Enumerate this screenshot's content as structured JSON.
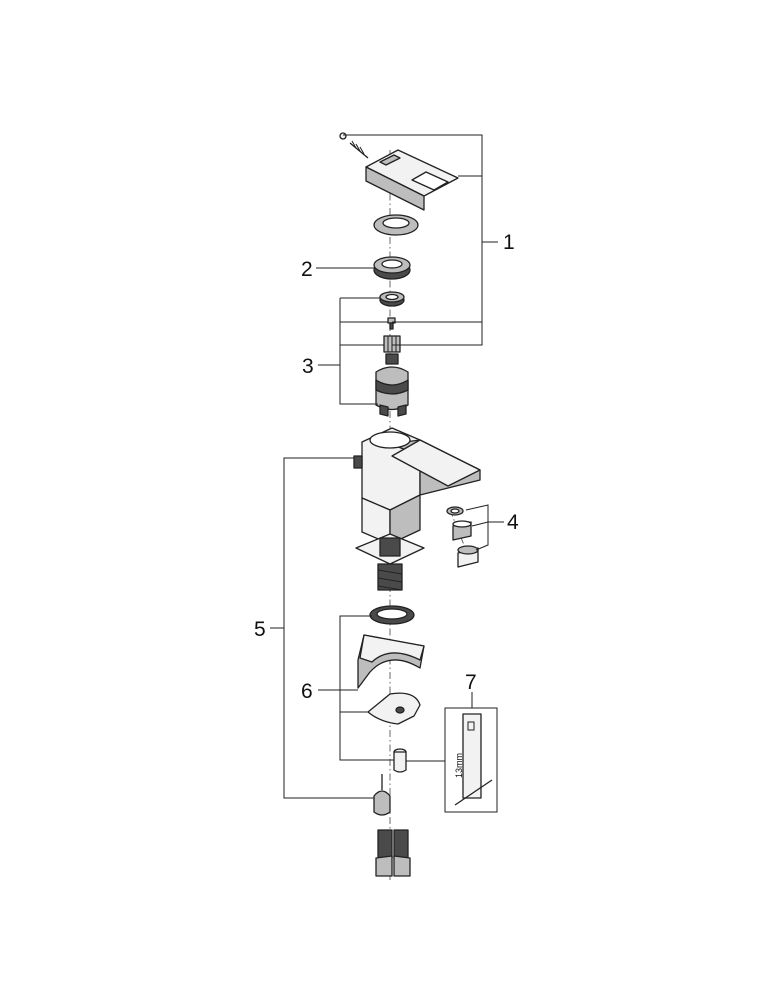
{
  "callouts": {
    "c1": "1",
    "c2": "2",
    "c3": "3",
    "c4": "4",
    "c5": "5",
    "c6": "6",
    "c7": "7"
  },
  "tool_label": "13mm",
  "colors": {
    "line": "#222222",
    "light": "#f2f2f2",
    "mid": "#bdbdbd",
    "dark": "#4a4a4a"
  }
}
